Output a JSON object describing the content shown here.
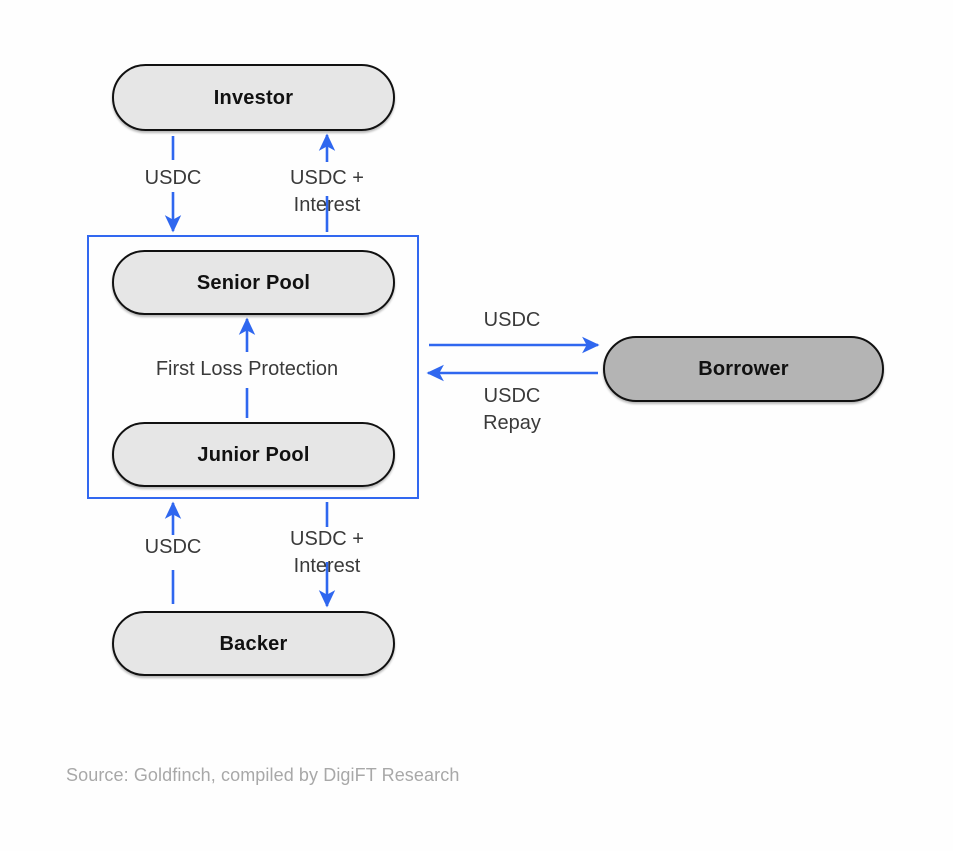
{
  "diagram": {
    "title": "Goldfinch senior/junior pool capital flow",
    "colors": {
      "arrow": "#2f67ef",
      "tranche_border": "#3268f0",
      "node_light_fill": "#e6e6e6",
      "node_dark_fill": "#b4b4b4",
      "node_border": "#111111",
      "label_text": "#3a3a3a",
      "source_text": "#a8a8a8",
      "background": "#fefefe"
    },
    "nodes": [
      {
        "id": "investor",
        "label": "Investor",
        "fill": "light"
      },
      {
        "id": "senior-pool",
        "label": "Senior Pool",
        "fill": "light"
      },
      {
        "id": "junior-pool",
        "label": "Junior Pool",
        "fill": "light"
      },
      {
        "id": "backer",
        "label": "Backer",
        "fill": "light"
      },
      {
        "id": "borrower",
        "label": "Borrower",
        "fill": "dark"
      }
    ],
    "edge_labels": [
      {
        "id": "investor-deposit",
        "text": "USDC"
      },
      {
        "id": "investor-return",
        "text": "USDC +\nInterest"
      },
      {
        "id": "first-loss",
        "text": "First Loss Protection"
      },
      {
        "id": "borrower-draw",
        "text": "USDC"
      },
      {
        "id": "borrower-repay",
        "text": "USDC\nRepay"
      },
      {
        "id": "backer-deposit",
        "text": "USDC"
      },
      {
        "id": "backer-return",
        "text": "USDC +\nInterest"
      }
    ],
    "source": "Source: Goldfinch, compiled by DigiFT Research"
  }
}
